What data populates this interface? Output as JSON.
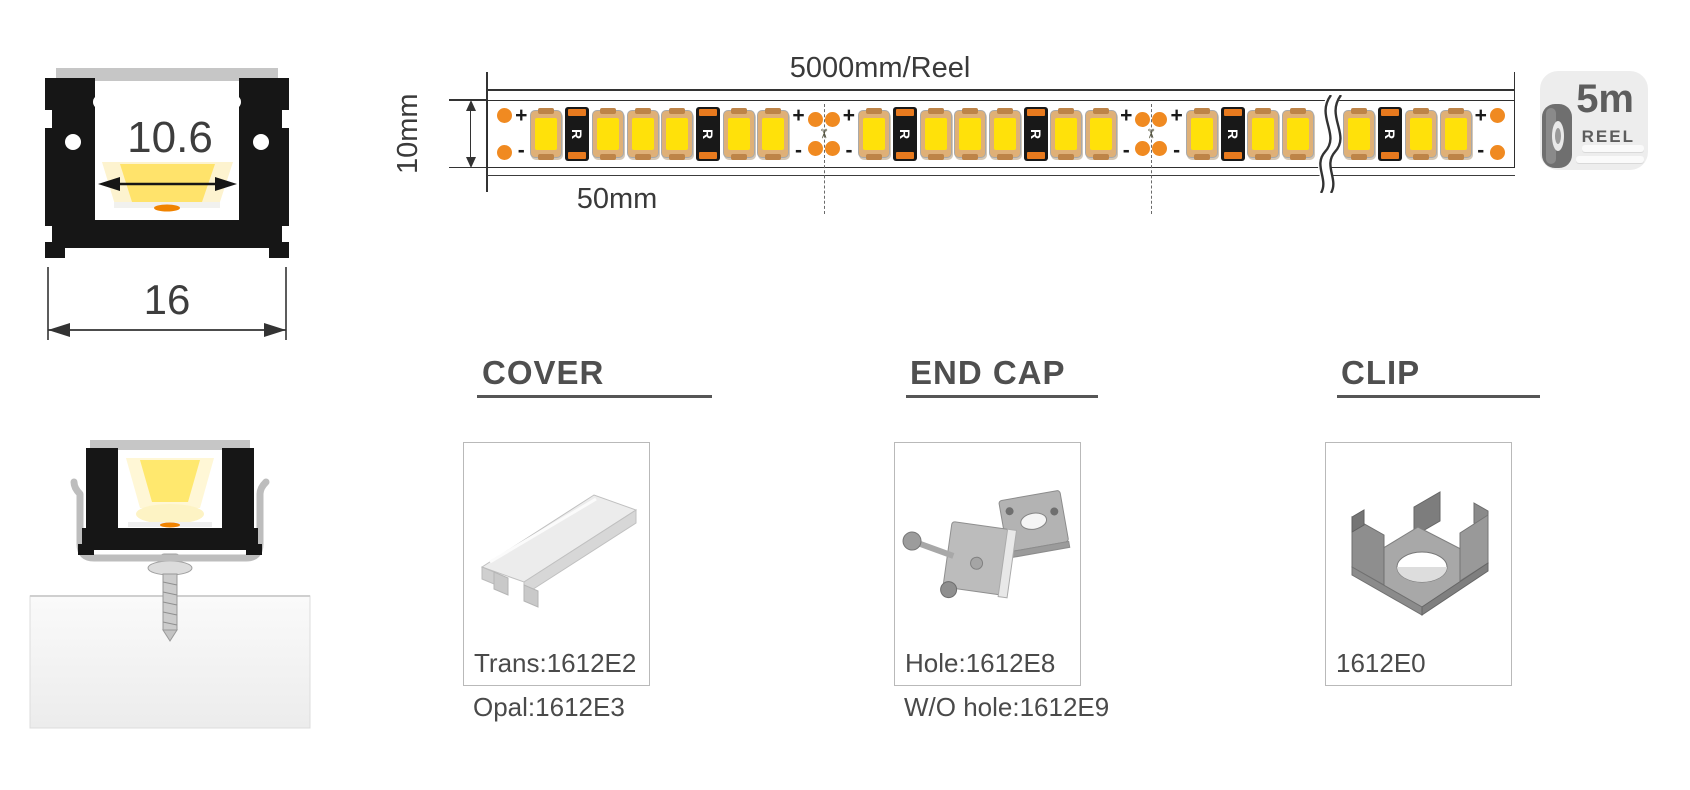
{
  "cross_section": {
    "inner_width": "10.6",
    "outer_width": "16"
  },
  "strip": {
    "reel_label": "5000mm/Reel",
    "width_label": "10mm",
    "cut_label": "50mm",
    "plus": "+",
    "minus": "-",
    "resistor_label": "R",
    "scissors_glyph": "✂",
    "tokens": [
      "dots2",
      "pm",
      "led",
      "res",
      "led",
      "led",
      "led",
      "res",
      "led",
      "led",
      "pm",
      "cut4",
      "pm",
      "led",
      "res",
      "led",
      "led",
      "led",
      "res",
      "led",
      "led",
      "pm",
      "cut4",
      "pm",
      "led",
      "res",
      "led",
      "led",
      "break",
      "led",
      "res",
      "led",
      "led",
      "pm",
      "dots2"
    ]
  },
  "reel_badge": {
    "length": "5m",
    "text": "REEL"
  },
  "sections": [
    {
      "id": "cover",
      "title": "COVER",
      "box_label": "Trans:1612E2",
      "below_label": "Opal:1612E3"
    },
    {
      "id": "endcap",
      "title": "END CAP",
      "box_label": "Hole:1612E8",
      "below_label": "W/O hole:1612E9"
    },
    {
      "id": "clip",
      "title": "CLIP",
      "box_label": "1612E0",
      "below_label": ""
    }
  ],
  "colors": {
    "pad_orange": "#f08a21",
    "led_yellow": "#ffe10a",
    "resistor_band": "#e87a1e",
    "profile_black": "#161616",
    "line": "#333333",
    "title_gray": "#4f4f4f"
  }
}
